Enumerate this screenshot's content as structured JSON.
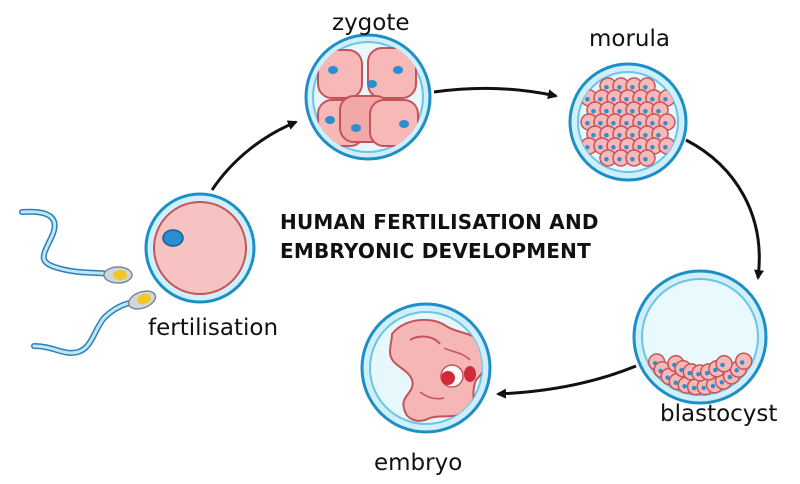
{
  "title": {
    "line1": "HUMAN FERTILISATION AND",
    "line2": "EMBRYONIC DEVELOPMENT"
  },
  "stages": [
    {
      "id": "fertilisation",
      "label": "fertilisation"
    },
    {
      "id": "zygote",
      "label": "zygote"
    },
    {
      "id": "morula",
      "label": "morula"
    },
    {
      "id": "blastocyst",
      "label": "blastocyst"
    },
    {
      "id": "embryo",
      "label": "embryo"
    }
  ],
  "colors": {
    "membrane": "#3aa6d8",
    "membrane_light": "#cfeffa",
    "cell_fill": "#f6b6b6",
    "cell_stroke": "#c4545a",
    "nucleus": "#2a8fd0",
    "arrow": "#111111",
    "sperm_head": "#f2c81e"
  }
}
